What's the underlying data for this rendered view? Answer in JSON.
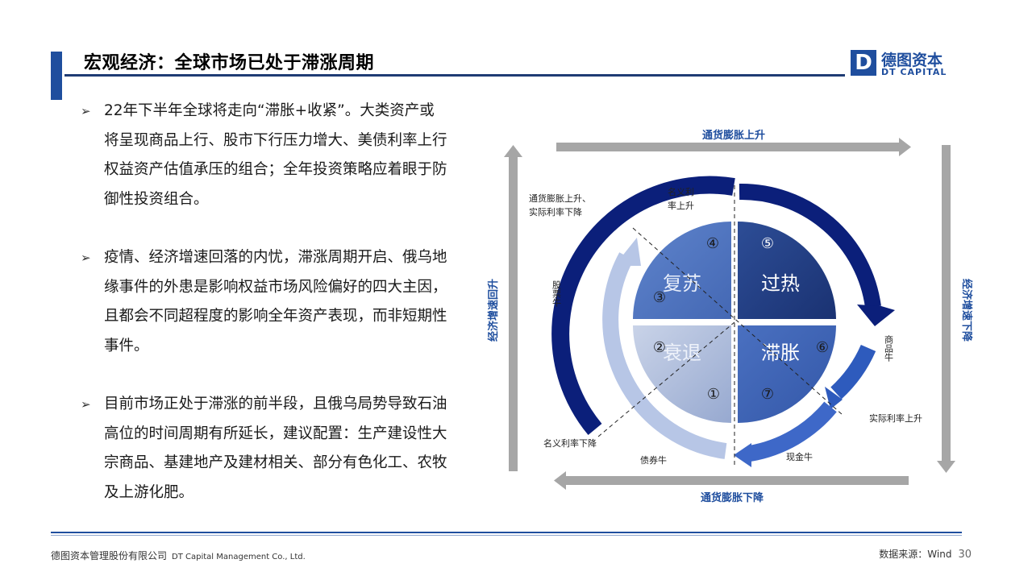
{
  "header": {
    "title": "宏观经济：全球市场已处于滞涨周期",
    "logo_letter": "D",
    "logo_cn": "德图资本",
    "logo_en": "DT CAPITAL"
  },
  "bullets": [
    "22年下半年全球将走向“滞胀+收紧”。大类资产或将呈现商品上行、股市下行压力增大、美债利率上行权益资产估值承压的组合；全年投资策略应着眼于防御性投资组合。",
    "疫情、经济增速回落的内忧，滞涨周期开启、俄乌地缘事件的外患是影响权益市场风险偏好的四大主因，且都会不同超程度的影响全年资产表现，而非短期性事件。",
    "目前市场正处于滞涨的前半段，且俄乌局势导致石油高位的时间周期有所延长，建议配置：生产建设性大宗商品、基建地产及建材相关、部分有色化工、农牧及上游化肥。"
  ],
  "bullet_mark": "➢",
  "diagram": {
    "top_arrow": "通货膨胀上升",
    "bottom_arrow": "通货膨胀下降",
    "left_arrow": "经济增速回升",
    "right_arrow": "经济增速下降",
    "quadrants": {
      "revival": "复苏",
      "overheat": "过热",
      "recession": "衰退",
      "stagflation": "滞胀"
    },
    "numbers": [
      "①",
      "②",
      "③",
      "④",
      "⑤",
      "⑥",
      "⑦"
    ],
    "labels": {
      "infl_up_rate_down_1": "通货膨胀上升、",
      "infl_up_rate_down_2": "实际利率下降",
      "nominal_up_1": "名义利",
      "nominal_up_2": "率上升",
      "stock_bull": "股票牛",
      "commodity_bull": "商品牛",
      "real_rate_up": "实际利率上升",
      "nominal_down": "名义利率下降",
      "bond_bull": "债券牛",
      "cash_bull": "现金牛"
    },
    "colors": {
      "dark_navy": "#0b1f7a",
      "medium_blue": "#2e5bbd",
      "light_blue": "#9fb3de",
      "grey_arrow": "#a6a6a6"
    }
  },
  "footer": {
    "company_cn": "德图资本管理股份有限公司",
    "company_en": "DT Capital Management Co., Ltd.",
    "source": "数据来源：Wind",
    "page": "30"
  }
}
